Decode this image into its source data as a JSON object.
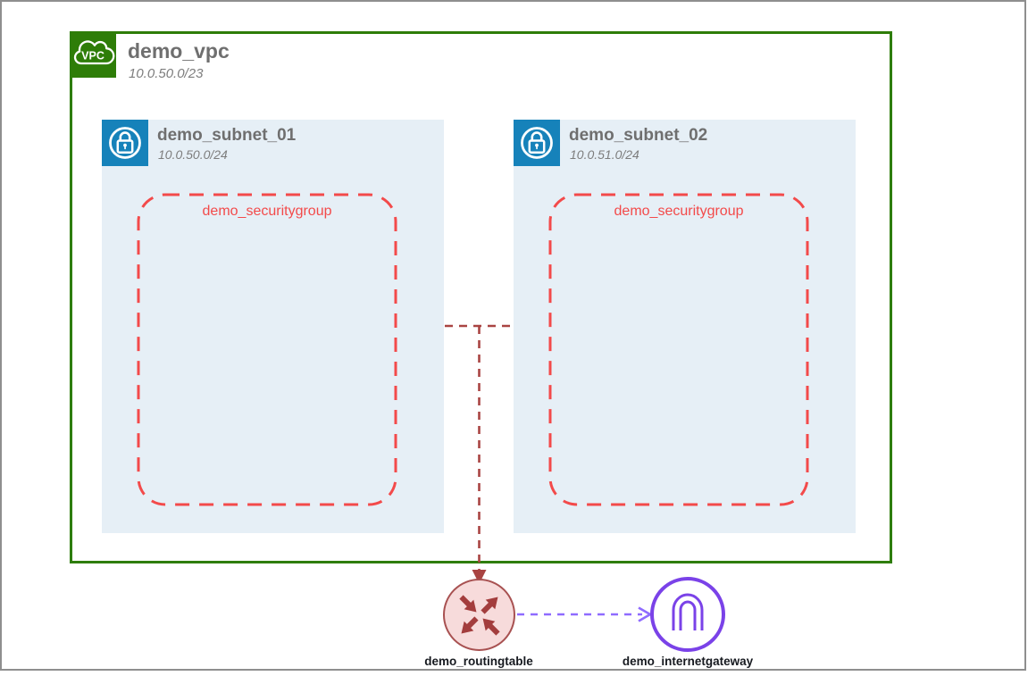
{
  "vpc": {
    "title": "demo_vpc",
    "cidr": "10.0.50.0/23",
    "icon_label": "VPC"
  },
  "subnets": [
    {
      "title": "demo_subnet_01",
      "cidr": "10.0.50.0/24",
      "security_group": "demo_securitygroup"
    },
    {
      "title": "demo_subnet_02",
      "cidr": "10.0.51.0/24",
      "security_group": "demo_securitygroup"
    }
  ],
  "routing_table": {
    "label": "demo_routingtable"
  },
  "internet_gateway": {
    "label": "demo_internetgateway"
  },
  "colors": {
    "vpc_green": "#2e7d08",
    "subnet_blue": "#1682ba",
    "subnet_bg": "#e6eff6",
    "security_group_red": "#f34a4a",
    "connector_red": "#a94442",
    "connector_purple": "#8f6bff",
    "igw_purple": "#7a42e8",
    "title_gray": "#6f6f6f",
    "label_dark": "#16191f",
    "frame_gray": "#8f8f8f"
  }
}
